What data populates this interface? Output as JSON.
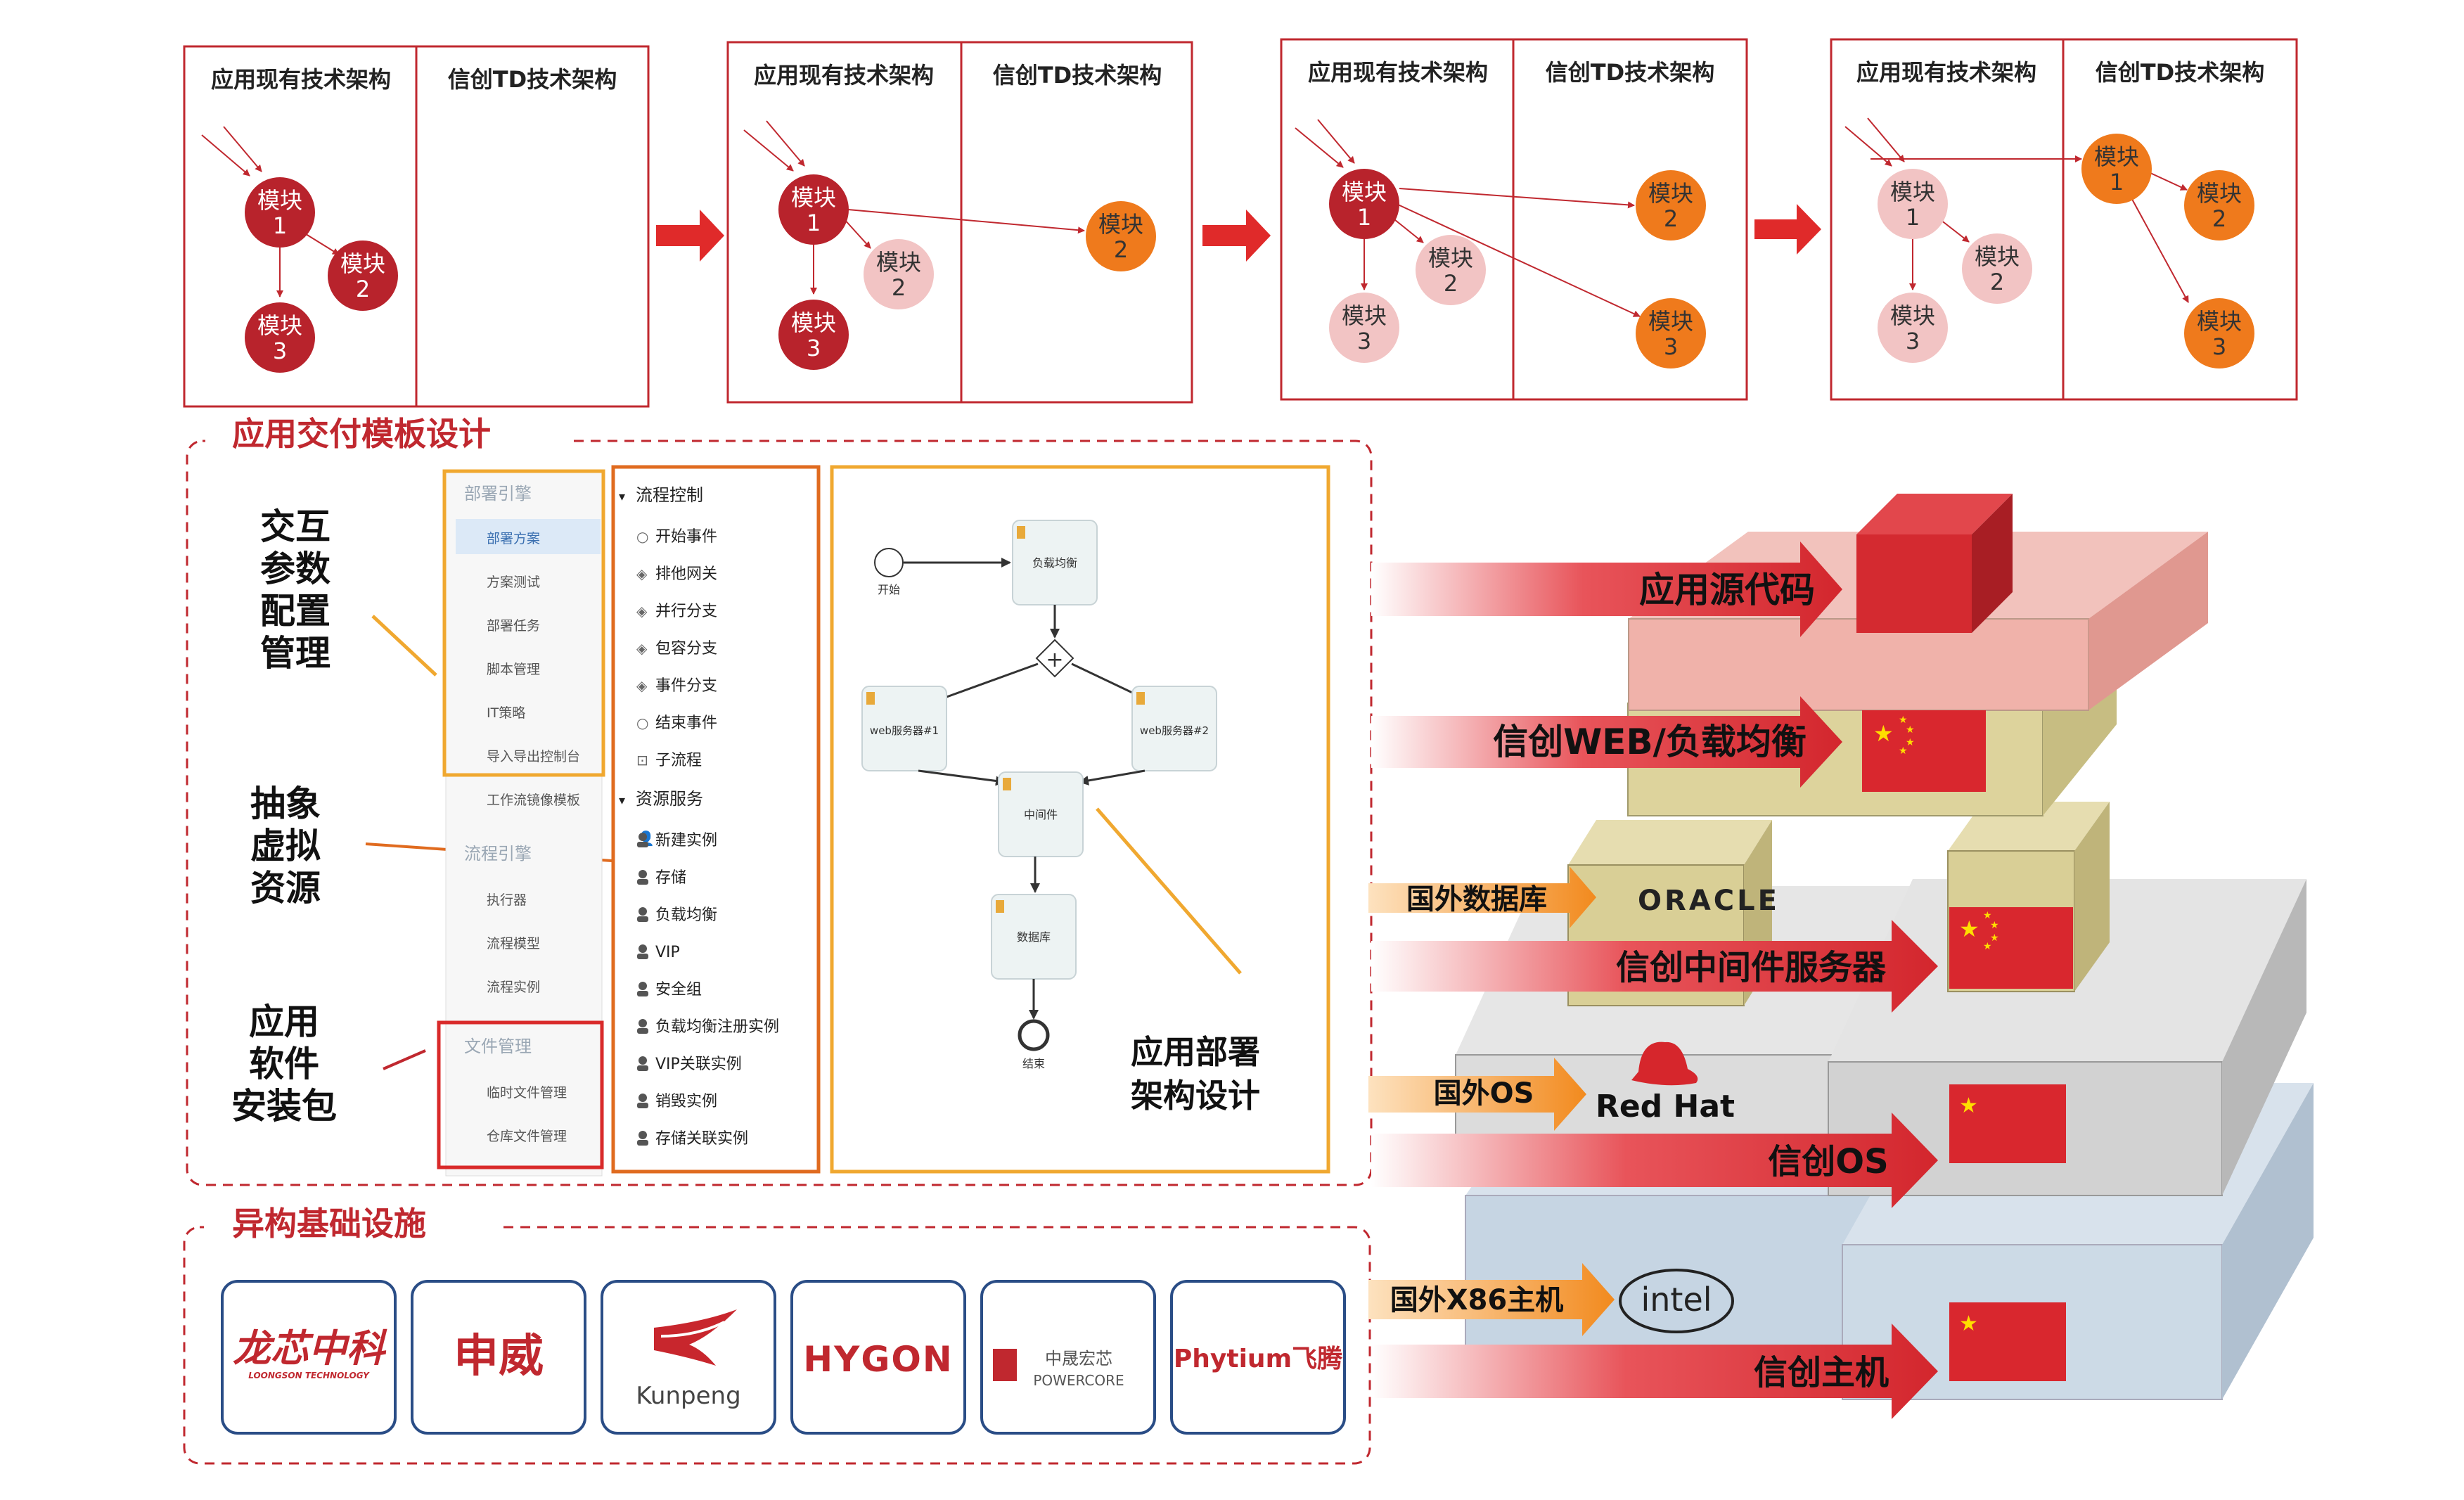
{
  "colors": {
    "red": "#c0282f",
    "dark_red": "#a61f26",
    "pink": "#f2c4c4",
    "orange": "#ef7a1c",
    "gold": "#f0a830",
    "dash_red": "#c0282f"
  },
  "migration": {
    "current_label": "应用现有技术架构",
    "target_label": "信创TD技术架构",
    "module_word": "模块",
    "module_numbers": [
      "1",
      "2",
      "3"
    ]
  },
  "template_section": {
    "title": "应用交付模板设计",
    "left_labels": {
      "interact": [
        "交互",
        "参数",
        "配置",
        "管理"
      ],
      "abstract": [
        "抽象",
        "虚拟",
        "资源"
      ],
      "package": [
        "应用",
        "软件",
        "安装包"
      ]
    },
    "menu": {
      "deploy_engine": "部署引擎",
      "deploy_items": [
        "部署方案",
        "方案测试",
        "部署任务",
        "脚本管理",
        "IT策略",
        "导入导出控制台",
        "工作流镜像模板"
      ],
      "flow_engine": "流程引擎",
      "flow_items": [
        "执行器",
        "流程模型",
        "流程实例"
      ],
      "file_mgmt": "文件管理",
      "file_items": [
        "临时文件管理",
        "仓库文件管理"
      ]
    },
    "palette": {
      "flow_control": "流程控制",
      "flow_items": [
        "开始事件",
        "排他网关",
        "并行分支",
        "包容分支",
        "事件分支",
        "结束事件",
        "子流程"
      ],
      "resource_service": "资源服务",
      "resource_items": [
        "新建实例",
        "存储",
        "负载均衡",
        "VIP",
        "安全组",
        "负载均衡注册实例",
        "VIP关联实例",
        "销毁实例",
        "存储关联实例"
      ]
    },
    "flowchart": {
      "start": "开始",
      "lb": "负载均衡",
      "web1": "web服务器#1",
      "web2": "web服务器#2",
      "mid": "中间件",
      "db": "数据库",
      "end": "结束",
      "caption": [
        "应用部署",
        "架构设计"
      ]
    }
  },
  "infra_section": {
    "title": "异构基础设施",
    "vendors": [
      "龙芯中科",
      "LOONGSON TECHNOLOGY",
      "申威",
      "Kunpeng",
      "HYGON",
      "中晟宏芯",
      "POWERCORE",
      "Phytium飞腾"
    ]
  },
  "stack": {
    "source_code": "应用源代码",
    "web_lb": "信创WEB/负载均衡",
    "foreign_db": "国外数据库",
    "oracle": "ORACLE",
    "middleware": "信创中间件服务器",
    "foreign_os": "国外OS",
    "redhat": "Red Hat",
    "xc_os": "信创OS",
    "foreign_host": "国外X86主机",
    "intel": "intel",
    "xc_host": "信创主机"
  }
}
